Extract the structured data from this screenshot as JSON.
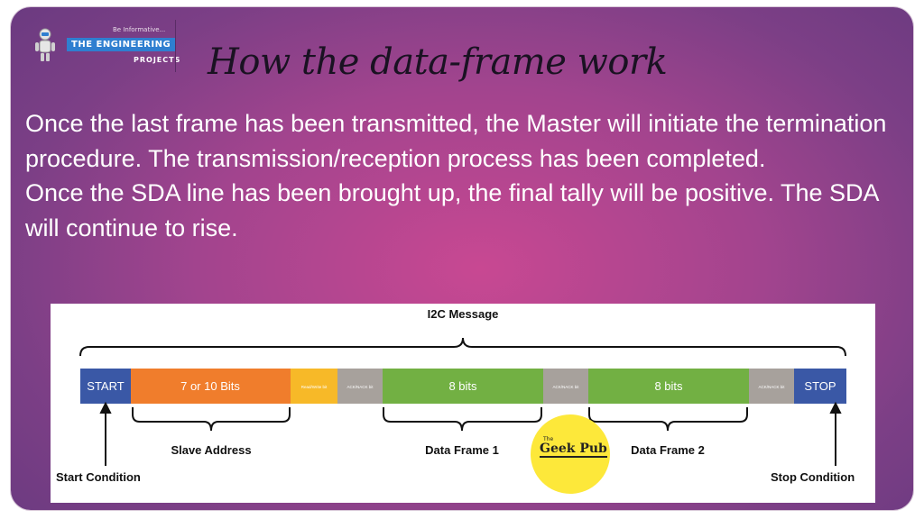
{
  "logo": {
    "tagline": "Be Informative...",
    "badge": "THE ENGINEERING",
    "sub": "PROJECTS"
  },
  "title": "How the data-frame work",
  "paragraphs": [
    "Once the last frame has been transmitted, the Master will initiate the termination procedure. The transmission/reception process has been completed.",
    "Once the SDA line has been brought up, the final tally will be positive. The SDA will continue to rise."
  ],
  "diagram": {
    "header": "I2C Message",
    "segments": [
      {
        "label": "START",
        "color": "#3a58a6"
      },
      {
        "label": "7 or 10 Bits",
        "color": "#f07d2c"
      },
      {
        "label": "Read/Write bit",
        "color": "#f7b928"
      },
      {
        "label": "ACK/NACK bit",
        "color": "#a7a19c"
      },
      {
        "label": "8 bits",
        "color": "#72b043"
      },
      {
        "label": "ACK/NACK bit",
        "color": "#a7a19c"
      },
      {
        "label": "8 bits",
        "color": "#72b043"
      },
      {
        "label": "ACK/NACK bit",
        "color": "#a7a19c"
      },
      {
        "label": "STOP",
        "color": "#3a58a6"
      }
    ],
    "brace_labels": {
      "slave_address": "Slave Address",
      "data_frame_1": "Data Frame 1",
      "data_frame_2": "Data Frame 2"
    },
    "start_condition": "Start Condition",
    "stop_condition": "Stop Condition",
    "geek_logo": {
      "the": "The",
      "name": "Geek Pub"
    }
  }
}
